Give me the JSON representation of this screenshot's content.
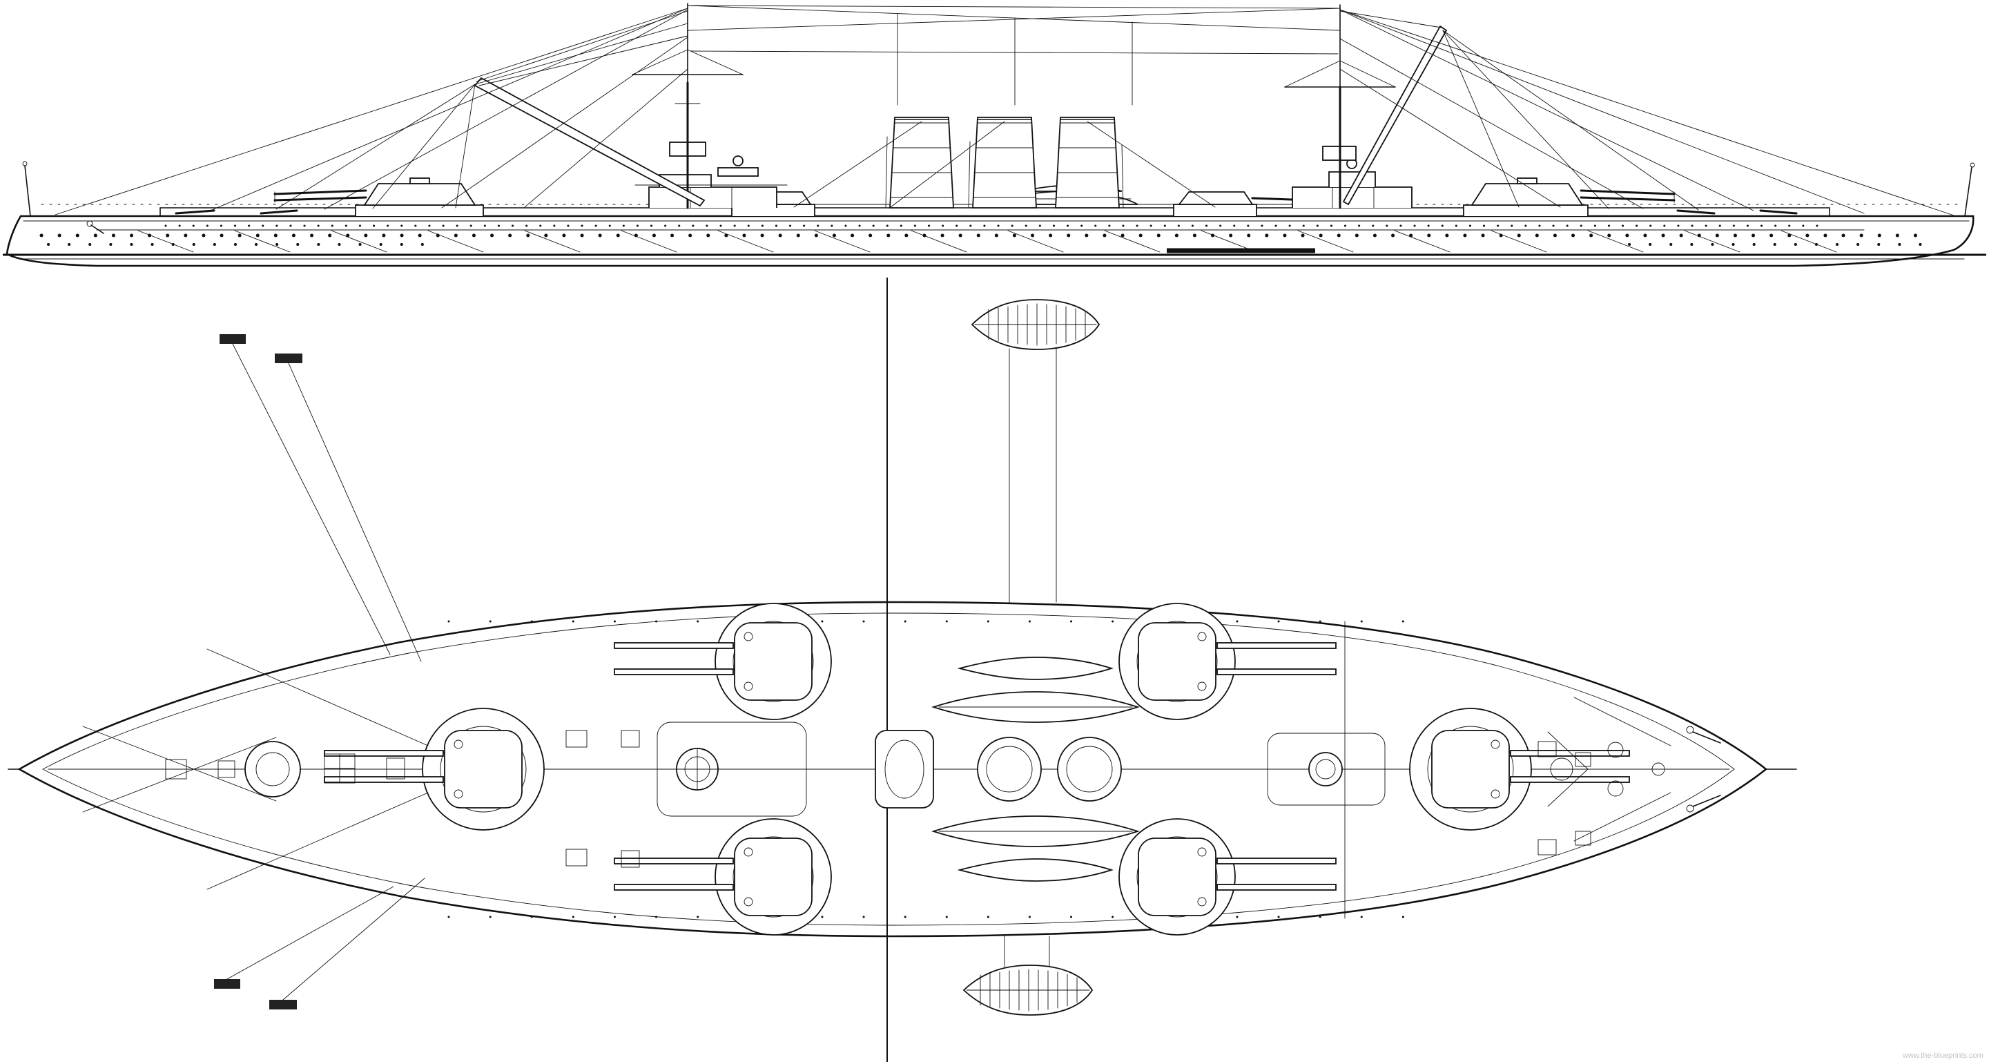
{
  "page": {
    "background": "#ffffff",
    "ink": "#111111"
  },
  "watermark": {
    "text": "www.the-blueprints.com",
    "color": "#c2c2c2"
  },
  "blueprint": {
    "views": [
      {
        "id": "side-elevation",
        "features": {
          "funnels": 3,
          "masts": 2,
          "turrets_visible": 4,
          "crane_booms": 2
        }
      },
      {
        "id": "deck-plan",
        "features": {
          "main_turrets": 6,
          "funnel_uptakes": 3,
          "boats": 6
        }
      }
    ]
  }
}
